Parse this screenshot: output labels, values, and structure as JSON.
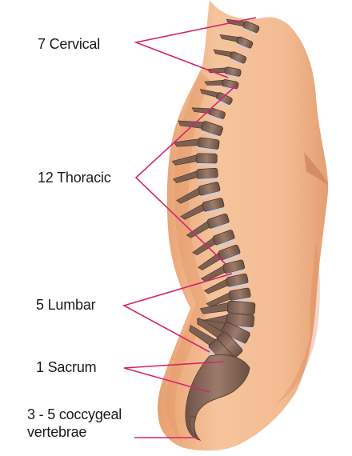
{
  "figure": {
    "labels": {
      "cervical": "7 Cervical",
      "thoracic": "12 Thoracic",
      "lumbar": "5 Lumbar",
      "sacrum": "1 Sacrum",
      "coccyx_line1": "3 - 5 coccygeal",
      "coccyx_line2": "vertebrae"
    },
    "colors": {
      "leader_lines": "#d6246e",
      "skin": "#f2b48a",
      "skin_shadow": "#d98758",
      "vertebra": "#8a6a5a",
      "disc": "#cfc6c9",
      "background": "#ffffff"
    }
  }
}
